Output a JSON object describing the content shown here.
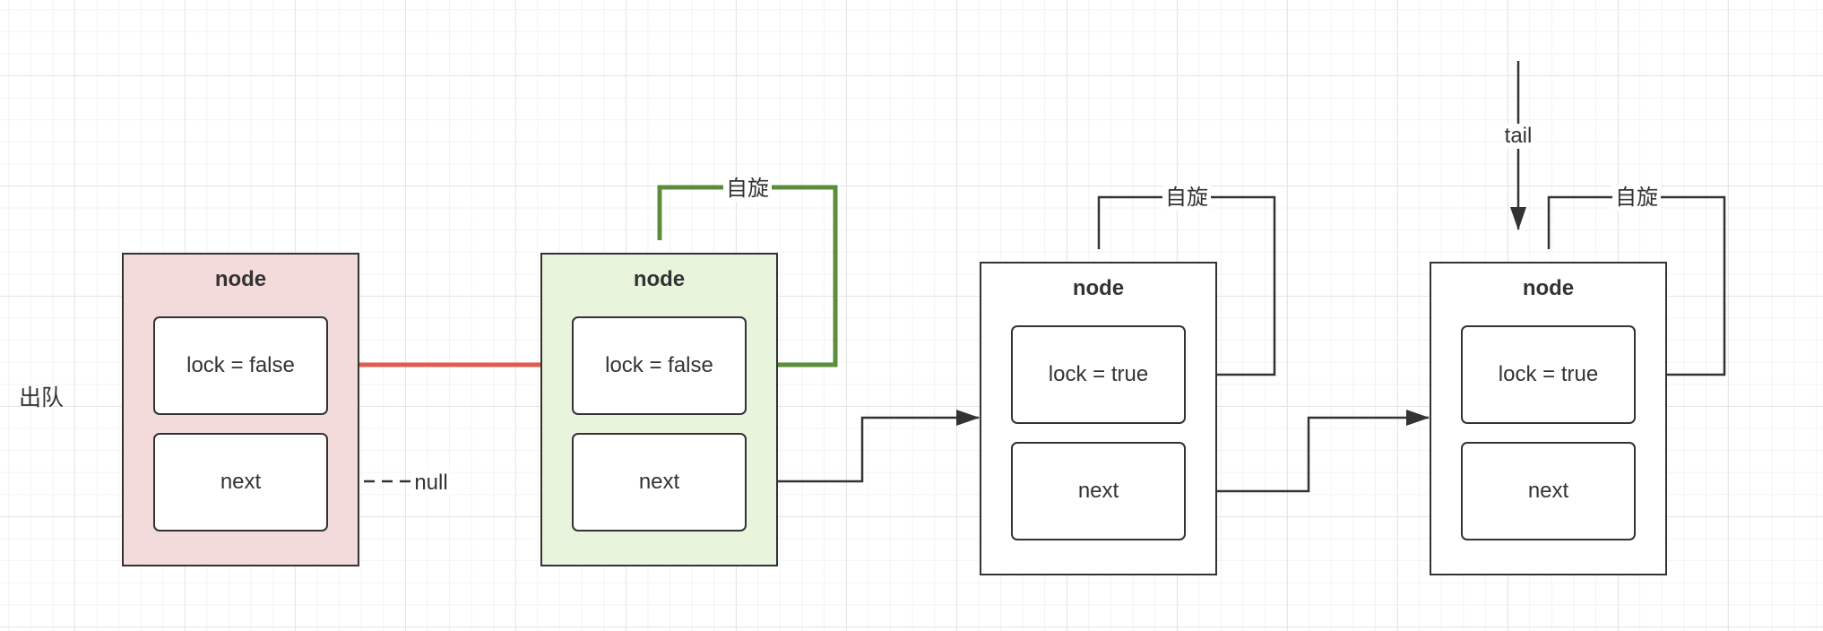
{
  "dequeue_label": "出队",
  "nodes": [
    {
      "title": "node",
      "lock": "lock = false",
      "next": "next",
      "fill": "#f4dbdb"
    },
    {
      "title": "node",
      "lock": "lock = false",
      "next": "next",
      "fill": "#e8f5dc"
    },
    {
      "title": "node",
      "lock": "lock = true",
      "next": "next",
      "fill": "#ffffff"
    },
    {
      "title": "node",
      "lock": "lock = true",
      "next": "next",
      "fill": "#ffffff"
    }
  ],
  "null_label": "null",
  "spin_label": "自旋",
  "tail_label": "tail",
  "colors": {
    "red_arrow": "#e05c4f",
    "green_loop": "#5b8e3a",
    "dark": "#333333"
  }
}
